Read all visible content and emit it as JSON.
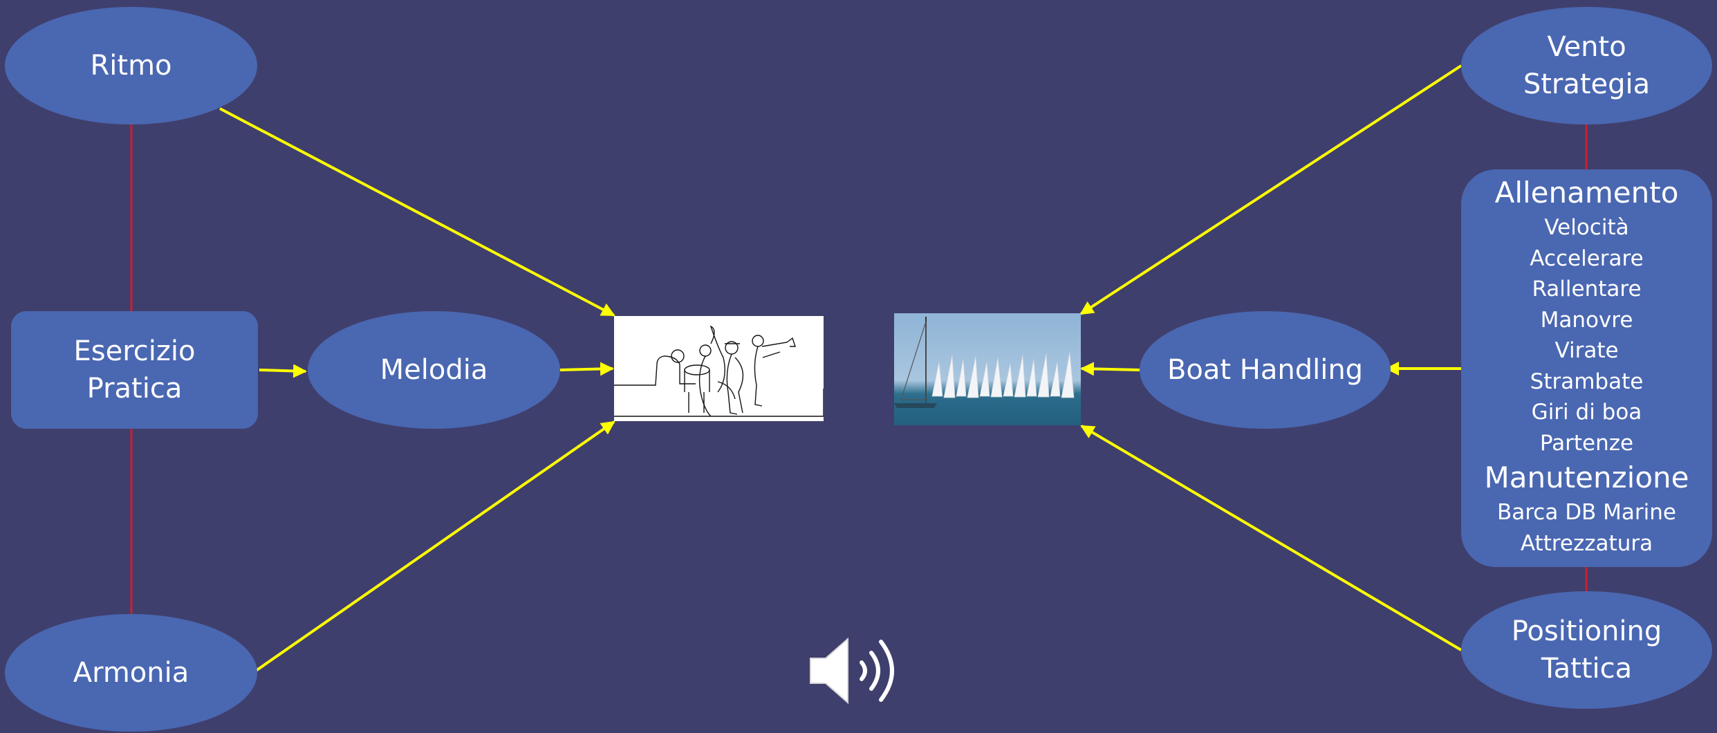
{
  "music": {
    "ritmo": "Ritmo",
    "melodia": "Melodia",
    "armonia": "Armonia",
    "esercizio": [
      "Esercizio",
      "Pratica"
    ]
  },
  "sailing": {
    "vento": [
      "Vento",
      "Strategia"
    ],
    "boat_handling": "Boat Handling",
    "positioning": [
      "Positioning",
      "Tattica"
    ],
    "allenamento": {
      "heading": "Allenamento",
      "items": [
        "Velocità",
        "Accelerare",
        "Rallentare",
        "Manovre",
        "Virate",
        "Strambate",
        "Giri di boa",
        "Partenze"
      ]
    },
    "manutenzione": {
      "heading": "Manutenzione",
      "items": [
        "Barca DB Marine",
        "Attrezzatura"
      ]
    }
  },
  "colors": {
    "background": "#3f3f6d",
    "node_fill": "#4a67b1",
    "arrow": "#ffff00",
    "link": "#cc1f2e"
  },
  "icons": {
    "jazz_band": "line-drawing-jazz-band-icon",
    "regatta": "regatta-photo",
    "audio": "speaker-icon"
  }
}
